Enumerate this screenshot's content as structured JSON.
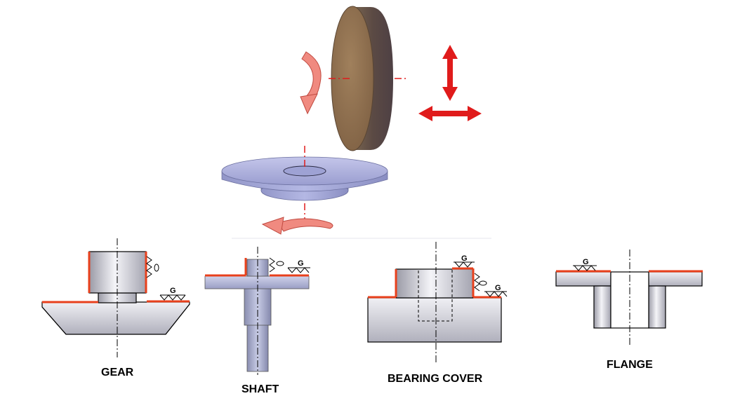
{
  "colors": {
    "wheel_face": "#8a6a4c",
    "wheel_rim": "#5e4a42",
    "workpiece": "#a8acd8",
    "motion_arrow": "#e01b1b",
    "rotation_arrow": "#f08a80",
    "centerline": "#e01b1b",
    "ground_surface": "#e8401c",
    "outline": "#000000"
  },
  "labels": {
    "gear": "GEAR",
    "shaft": "SHAFT",
    "bearing_cover": "BEARING COVER",
    "flange": "FLANGE"
  },
  "grinding_symbol": "G"
}
